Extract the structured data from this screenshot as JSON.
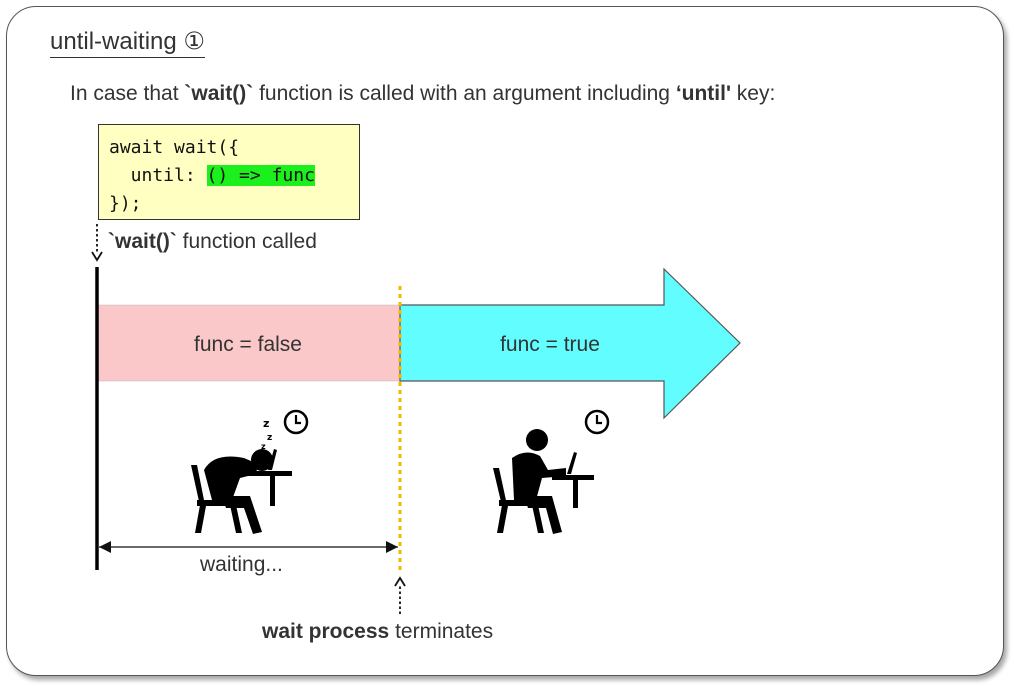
{
  "title": "until-waiting ①",
  "intro": {
    "prefix": "In case that ",
    "wait_fn": "`wait()`",
    "middle": " function is called with an argument including ",
    "until_key": "‘until'",
    "suffix": " key:"
  },
  "code": {
    "line1": "await wait({",
    "line2_prefix": "  until: ",
    "line2_highlight": "() => func",
    "line3": "});"
  },
  "call_label": {
    "fn": "`wait()`",
    "text": " function called"
  },
  "bands": {
    "false_label": "func = false",
    "true_label": "func = true",
    "false_color": "#fac8c8",
    "true_color": "#62feff"
  },
  "waiting_label": "waiting...",
  "terminate_label": {
    "bold": "wait process",
    "text": " terminates"
  },
  "icons": {
    "sleeping_person": "person-sleeping-at-desk-icon",
    "working_person": "person-working-at-laptop-icon",
    "clock": "clock-icon",
    "zzz": "zzz-icon"
  },
  "colors": {
    "marker_line": "#f5b800",
    "code_background": "#ffffc2",
    "code_highlight": "#1cf01c"
  }
}
